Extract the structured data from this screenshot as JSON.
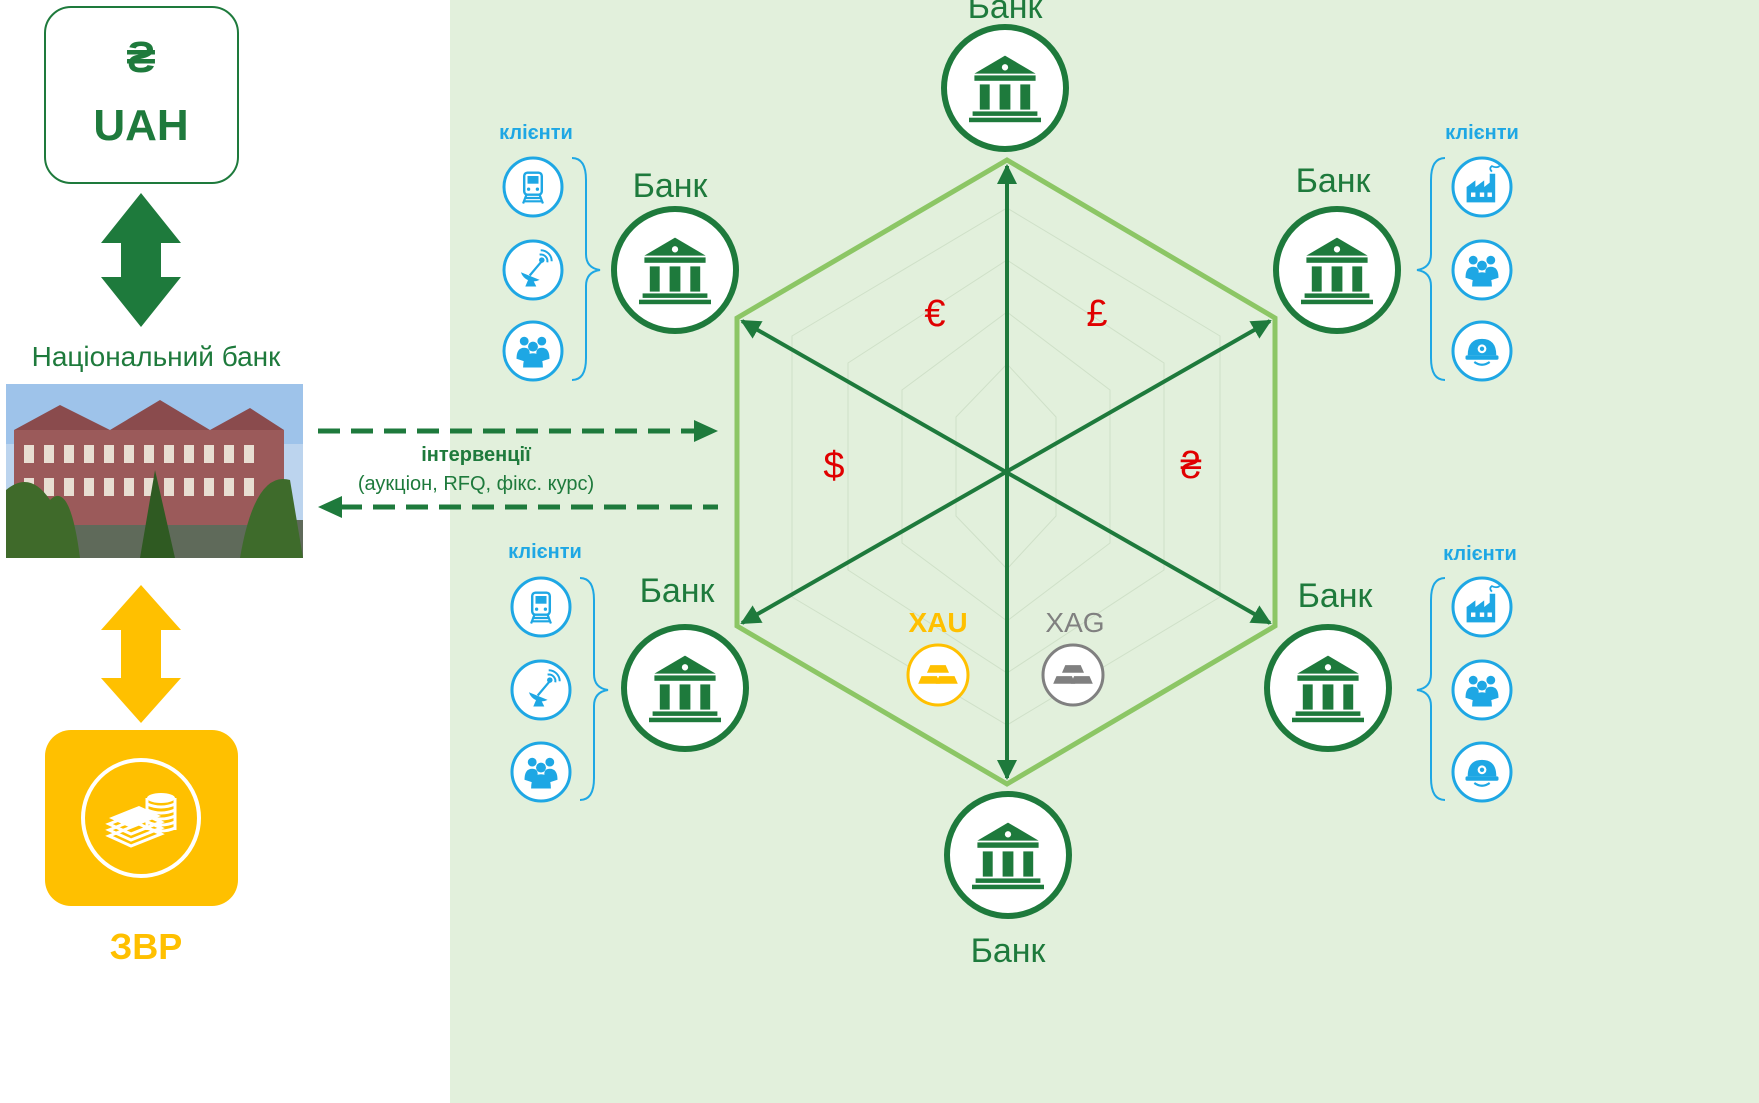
{
  "uah_box": {
    "symbol": "₴",
    "label": "UAH"
  },
  "national_bank": {
    "label": "Національний банк"
  },
  "interventions": {
    "title": "інтервенції",
    "subtitle": "(аукціон, RFQ, фікс. курс)"
  },
  "reserves": {
    "label": "ЗВР"
  },
  "bank_label": "Банк",
  "clients_label": "клієнти",
  "currencies": {
    "eur": "€",
    "gbp": "£",
    "usd": "$",
    "uah": "₴"
  },
  "metals": {
    "gold": "XAU",
    "silver": "XAG"
  },
  "colors": {
    "dark_green": "#1e7a3c",
    "light_green": "#8cc665",
    "panel_bg": "#e2f0dc",
    "blue": "#1ea7e4",
    "gold": "#ffc000",
    "red": "#e00000",
    "gray": "#808080"
  },
  "icons": {
    "left_top_clients": [
      "train-icon",
      "satellite-dish-icon",
      "people-group-icon"
    ],
    "left_bottom_clients": [
      "train-icon",
      "satellite-dish-icon",
      "people-group-icon"
    ],
    "right_top_clients": [
      "factory-icon",
      "people-group-icon",
      "miner-helmet-icon"
    ],
    "right_bottom_clients": [
      "factory-icon",
      "people-group-icon",
      "miner-helmet-icon"
    ],
    "bank": "bank-building-icon",
    "reserves": "coins-and-cash-icon",
    "gold": "gold-bars-icon",
    "silver": "silver-bars-icon",
    "building_photo": "national-bank-building-image"
  }
}
